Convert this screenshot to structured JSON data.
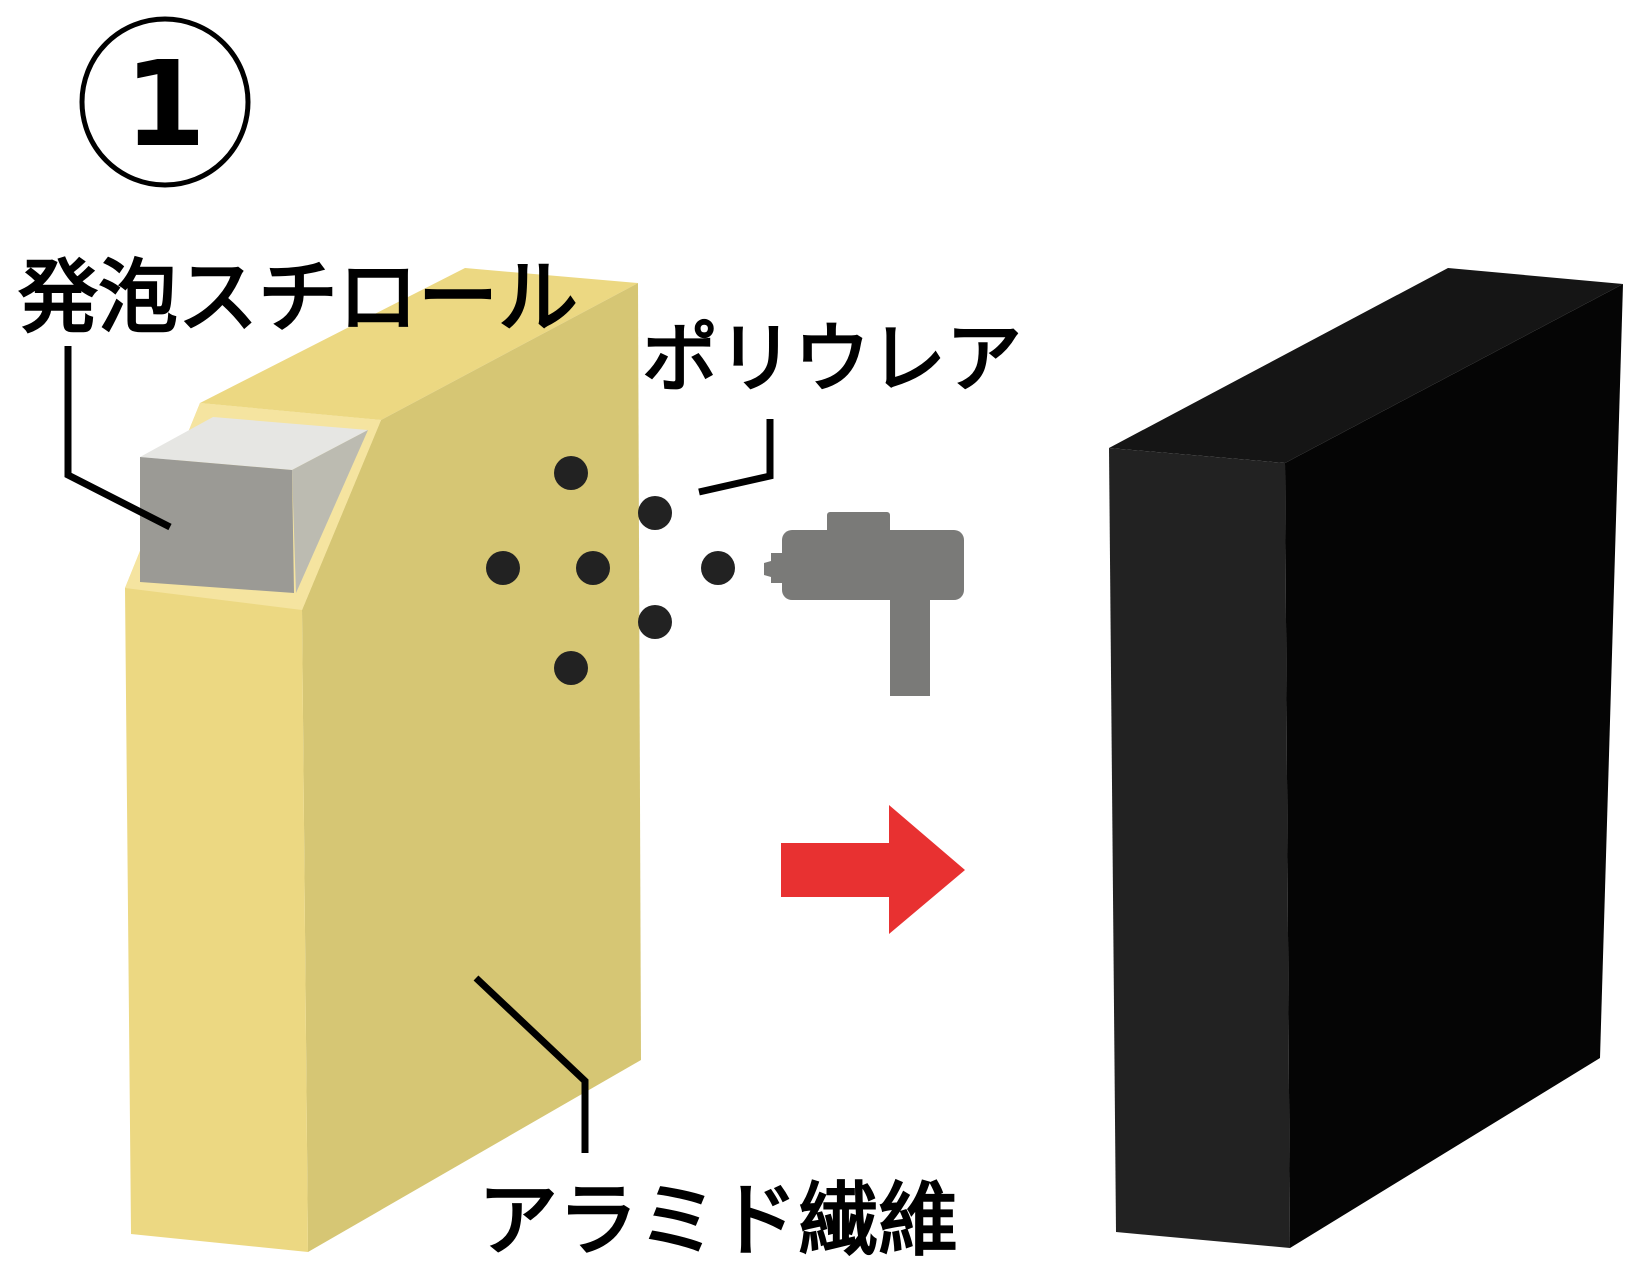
{
  "step": {
    "number": "1"
  },
  "labels": {
    "foam": "発泡スチロール",
    "polyurea": "ポリウレア",
    "aramid": "アラミド繊維"
  },
  "colors": {
    "block_front": "#ecd882",
    "block_side": "#d6c674",
    "block_rim": "#f5e4a0",
    "foam_front": "#9b9a95",
    "foam_top": "#e6e6e3",
    "foam_side": "#bcbbb1",
    "spray_gun": "#7a7a78",
    "droplet": "#222222",
    "arrow": "#e83131",
    "result_front": "#222222",
    "result_side": "#050505",
    "result_top": "#151515",
    "leader_line": "#000000"
  },
  "icons": {
    "spray": "spray-gun-icon",
    "arrow": "arrow-right-icon"
  }
}
